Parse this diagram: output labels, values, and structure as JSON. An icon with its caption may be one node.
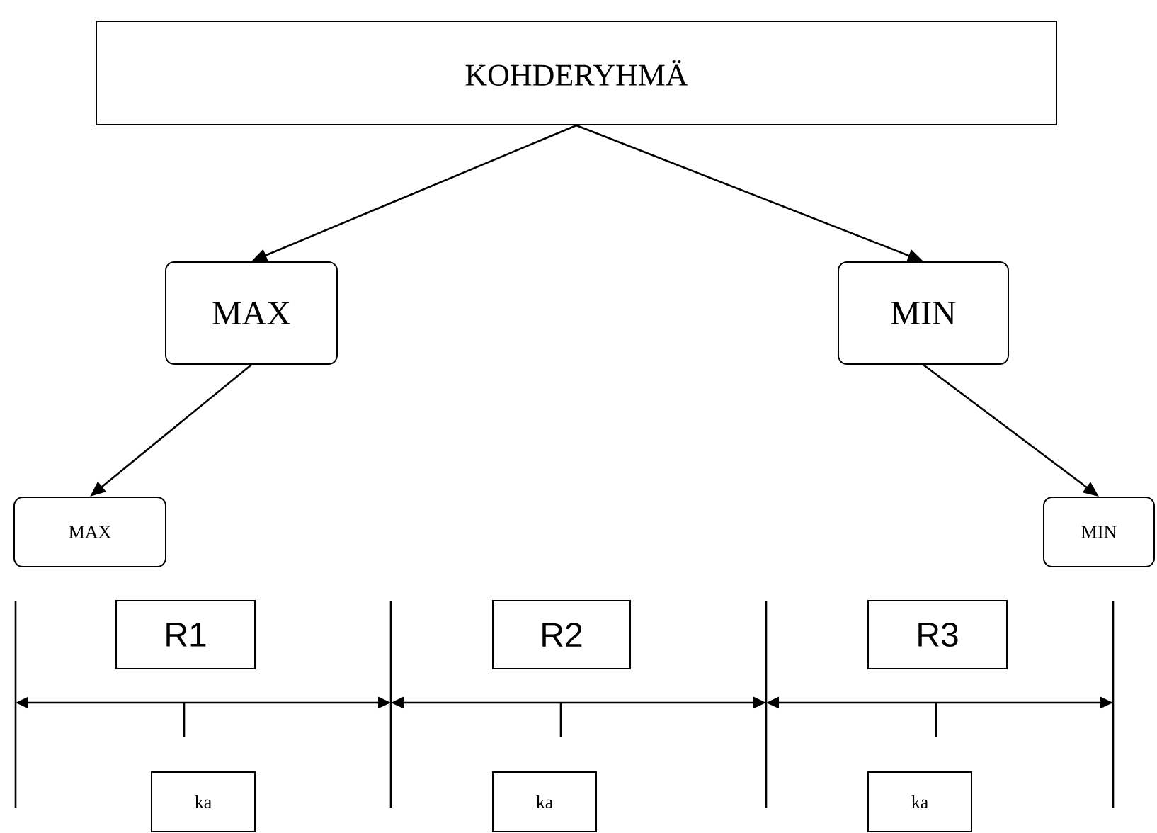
{
  "diagram": {
    "nodes": [
      {
        "text": [
          "KOHDERYHMÄ"
        ]
      },
      {
        "text": [
          "MAX"
        ]
      },
      {
        "text": [
          "MIN"
        ]
      },
      {
        "text": [
          "MAX"
        ]
      },
      {
        "text": [
          "MIN"
        ]
      },
      {
        "text": [
          "R1"
        ]
      },
      {
        "text": [
          "R2"
        ]
      },
      {
        "text": [
          "R3"
        ]
      },
      {
        "text": [
          "ka"
        ]
      },
      {
        "text": [
          "ka"
        ]
      },
      {
        "text": [
          "ka"
        ]
      }
    ],
    "edges": [
      {
        "from": 0,
        "to": 1,
        "arrow": "to"
      },
      {
        "from": 0,
        "to": 2,
        "arrow": "to"
      },
      {
        "from": 1,
        "to": 3,
        "arrow": "to"
      },
      {
        "from": 2,
        "to": 4,
        "arrow": "to"
      }
    ]
  }
}
